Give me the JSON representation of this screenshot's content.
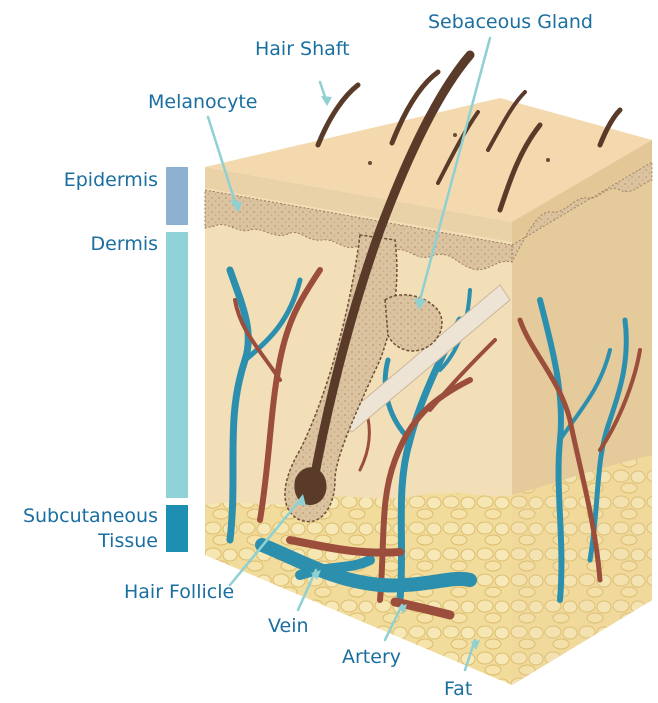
{
  "labels": {
    "hair_shaft": "Hair Shaft",
    "sebaceous_gland": "Sebaceous Gland",
    "melanocyte": "Melanocyte",
    "epidermis": "Epidermis",
    "dermis": "Dermis",
    "subcutaneous_line1": "Subcutaneous",
    "subcutaneous_line2": "Tissue",
    "hair_follicle": "Hair Follicle",
    "vein": "Vein",
    "artery": "Artery",
    "fat": "Fat"
  },
  "colors": {
    "label_text": "#1a6fa0",
    "leader_line": "#8fd0d2",
    "layer_epidermis": "#8fb1d1",
    "layer_dermis": "#8fd3d8",
    "layer_subcutaneous": "#1e8fb2",
    "skin_top": "#f4d9ae",
    "skin_side": "#f2dfb8",
    "skin_right": "#ead0a2",
    "fat": "#f3dd9c",
    "vein": "#2d8fae",
    "artery": "#9b4e3c",
    "hair": "#5a3b29"
  }
}
